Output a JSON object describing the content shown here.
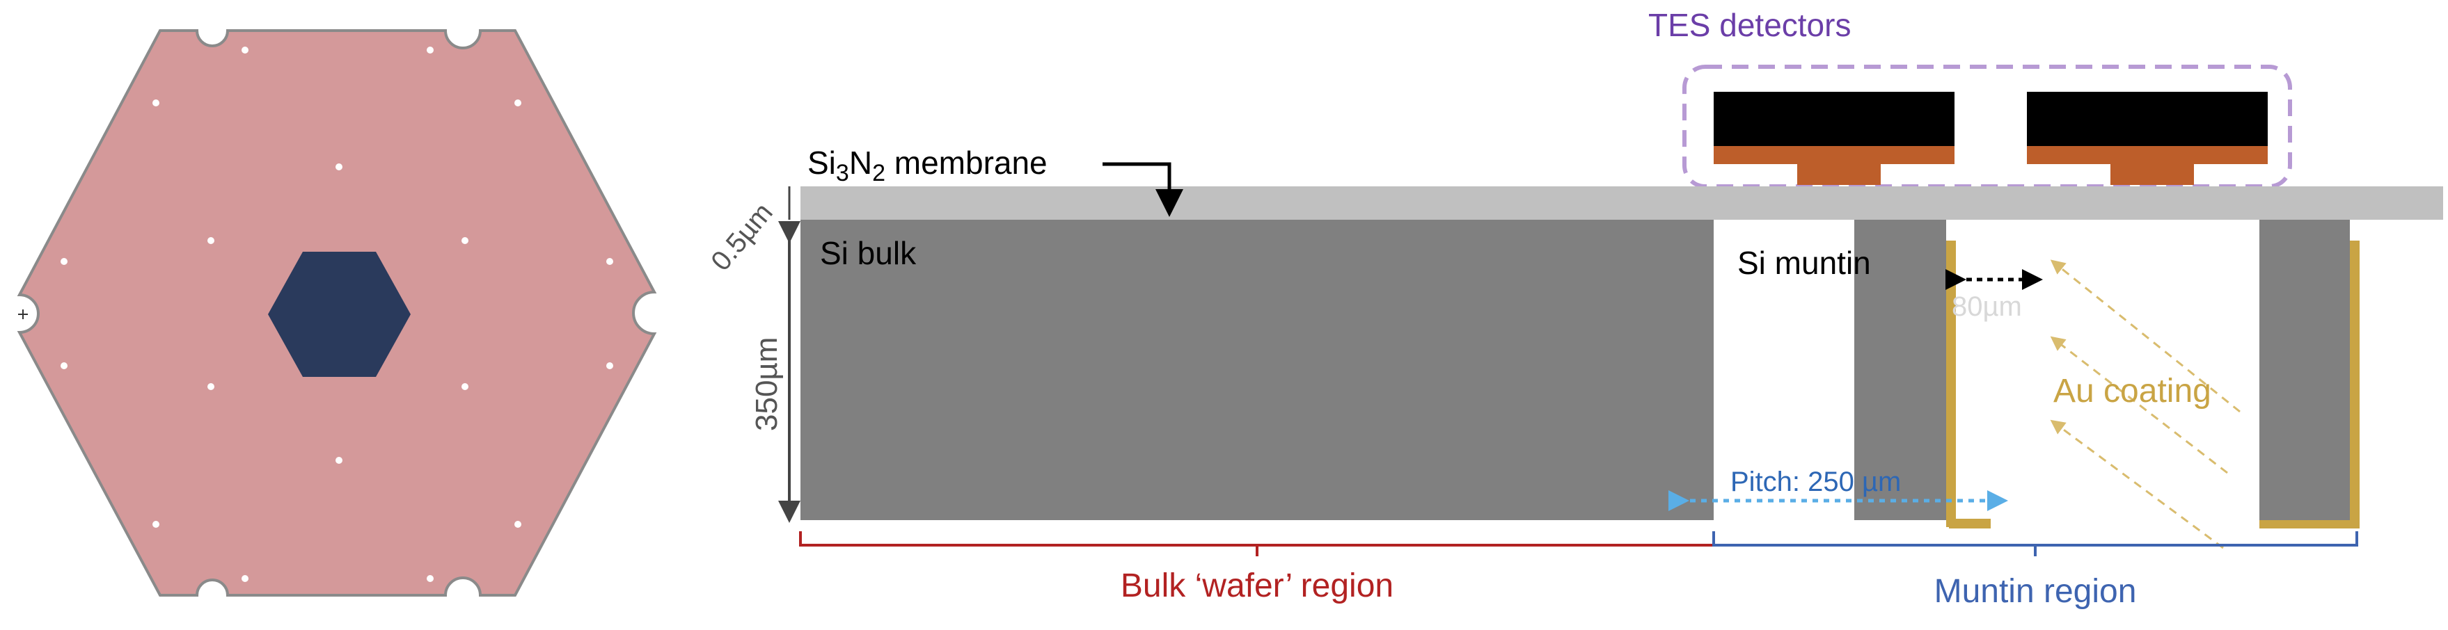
{
  "labels": {
    "tes_detectors": "TES detectors",
    "membrane_prefix": "Si",
    "membrane_sub1": "3",
    "membrane_mid": "N",
    "membrane_sub2": "2",
    "membrane_suffix": " membrane",
    "si_bulk": "Si bulk",
    "si_muntin": "Si muntin",
    "muntin_width": "80µm",
    "au_coating": "Au coating",
    "pitch": "Pitch: 250 µm",
    "membrane_thickness": "0.5µm",
    "bulk_thickness": "350µm",
    "bulk_region": "Bulk ‘wafer’ region",
    "muntin_region": "Muntin region"
  },
  "colors": {
    "wafer_fill": "#d4999a",
    "wafer_edge": "#8a8a8a",
    "center_hex": "#2a3a5c",
    "membrane": "#c0c0c0",
    "silicon": "#808080",
    "tes_absorber": "#000000",
    "tes_contact": "#bd5e2a",
    "gold": "#c9a444",
    "tes_box": "#b79ad4",
    "tes_text": "#6b3ea8",
    "bulk_region": "#b22222",
    "muntin_region": "#3e64b0",
    "pitch": "#5aaee6",
    "pitch_text": "#2d67b5",
    "dim": "#555555"
  }
}
